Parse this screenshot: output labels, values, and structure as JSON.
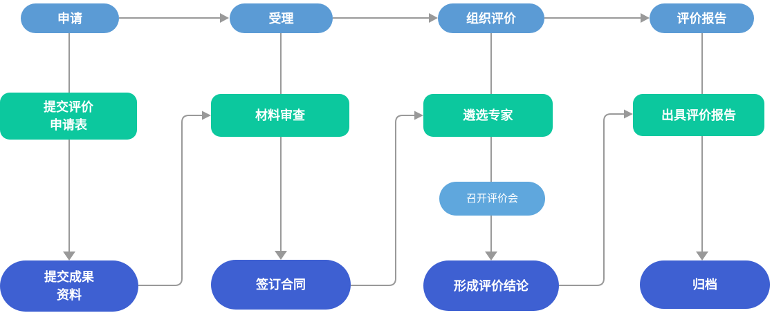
{
  "colors": {
    "stage_blue": "#5b9bd5",
    "task_green": "#0cc89e",
    "meeting_blue": "#5fa7dd",
    "result_blue": "#3e60d2",
    "connector_gray": "#999999"
  },
  "nodes": {
    "stage_apply": {
      "label": "申请"
    },
    "stage_accept": {
      "label": "受理"
    },
    "stage_organize": {
      "label": "组织评价"
    },
    "stage_report": {
      "label": "评价报告"
    },
    "task_submit_application": {
      "label": "提交评价\n申请表"
    },
    "task_material_review": {
      "label": "材料审查"
    },
    "task_select_experts": {
      "label": "遴选专家"
    },
    "task_issue_report": {
      "label": "出具评价报告"
    },
    "meeting_hold": {
      "label": "召开评价会"
    },
    "result_submit_materials": {
      "label": "提交成果\n资料"
    },
    "result_sign_contract": {
      "label": "签订合同"
    },
    "result_conclusion": {
      "label": "形成评价结论"
    },
    "result_archive": {
      "label": "归档"
    }
  }
}
